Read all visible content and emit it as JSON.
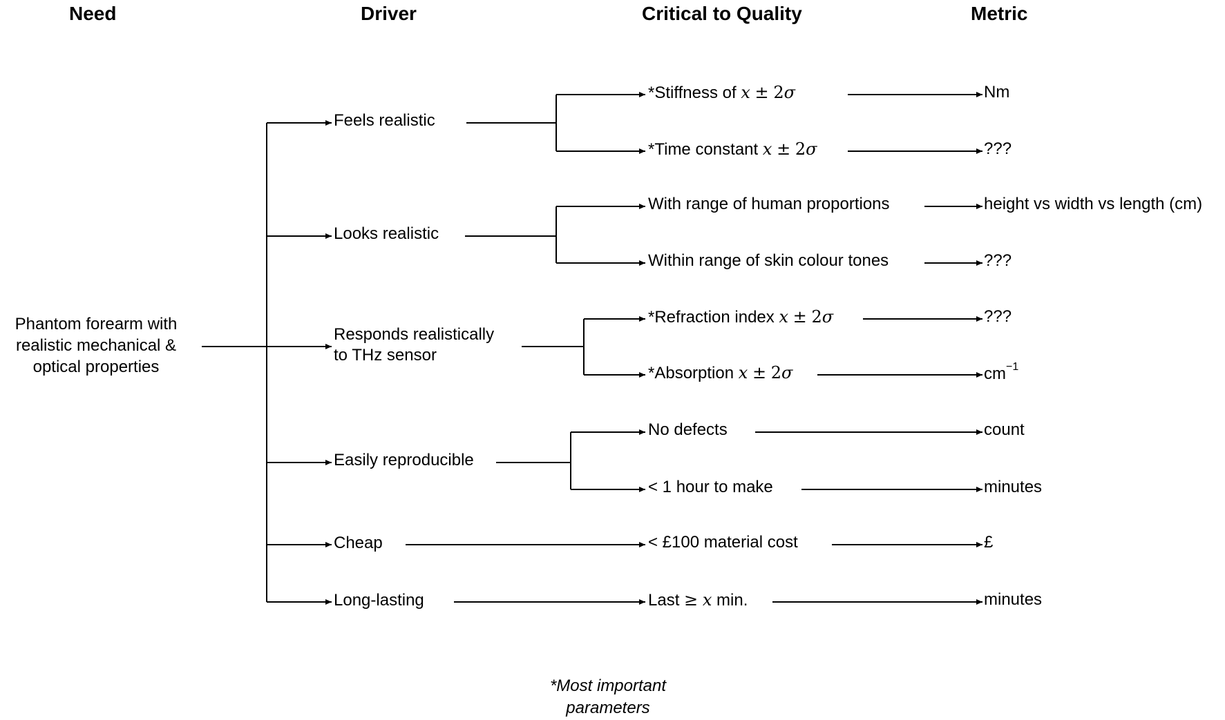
{
  "headers": {
    "need": "Need",
    "driver": "Driver",
    "ctq": "Critical to Quality",
    "metric": "Metric"
  },
  "need": {
    "line1": "Phantom forearm with",
    "line2": "realistic mechanical &",
    "line3": "optical properties"
  },
  "drivers": {
    "feels": "Feels realistic",
    "looks": "Looks realistic",
    "responds_line1": "Responds realistically",
    "responds_line2": "to THz sensor",
    "reproducible": "Easily reproducible",
    "cheap": "Cheap",
    "lasting": "Long-lasting"
  },
  "ctq": {
    "stiffness": "*Stiffness of",
    "time_constant": "*Time constant",
    "proportions": "With range of human proportions",
    "skin": "Within range of skin colour tones",
    "refraction": "*Refraction index",
    "absorption": "*Absorption",
    "defects": "No defects",
    "make_time": "< 1 hour to make",
    "cost": "< £100 material cost",
    "last_prefix": "Last",
    "last_suffix": "min.",
    "expr_x": "x",
    "expr_pm": "±",
    "expr_two": "2",
    "expr_sigma": "σ",
    "expr_geq": "≥"
  },
  "metrics": {
    "stiffness": "Nm",
    "time_constant": "???",
    "proportions": "height vs width vs length (cm)",
    "skin": "???",
    "refraction": "???",
    "absorption": "cm",
    "absorption_exp": "−1",
    "defects": "count",
    "make_time": "minutes",
    "cost": "£",
    "lasting": "minutes"
  },
  "footnote": {
    "line1": "*Most important",
    "line2": "parameters"
  }
}
